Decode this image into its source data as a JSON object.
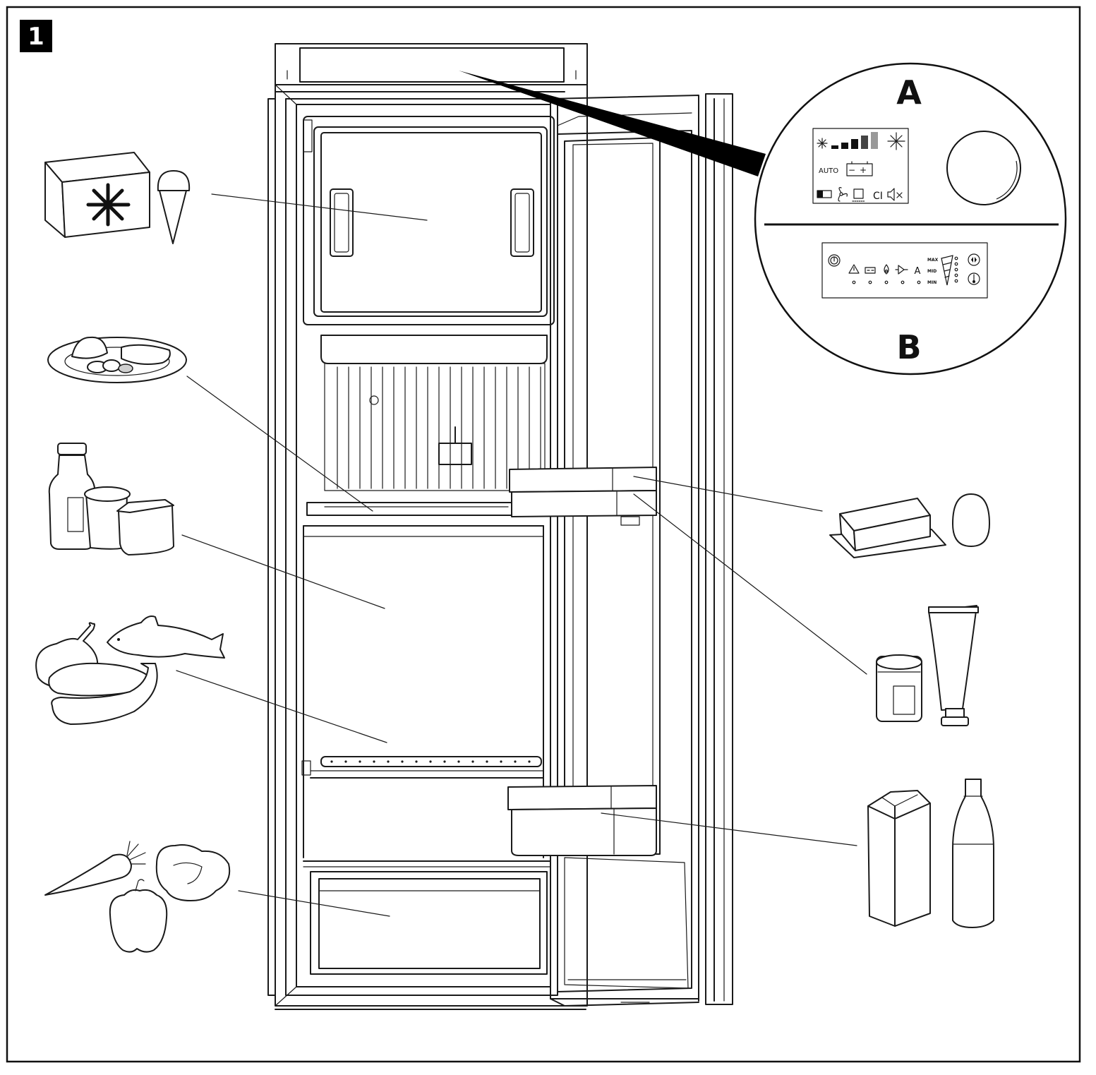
{
  "figure": {
    "number": "1",
    "callouts": {
      "a": "A",
      "b": "B"
    }
  },
  "panel_a": {
    "auto_label": "AUTO",
    "battery_symbols": "−+",
    "climate_symbol": "CI"
  },
  "panel_b": {
    "level_labels": {
      "max": "MAX",
      "mid": "MID",
      "min": "MIN"
    },
    "mode_symbol": "A"
  },
  "colors": {
    "line": "#1a1a1a",
    "background": "#ffffff",
    "shade": "#cfcfcf",
    "badge": "#000000"
  }
}
